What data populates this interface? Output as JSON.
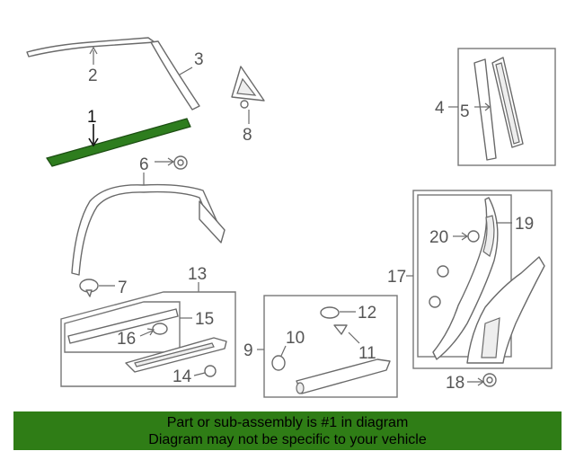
{
  "callouts": {
    "c1": "1",
    "c2": "2",
    "c3": "3",
    "c4": "4",
    "c5": "5",
    "c6": "6",
    "c7": "7",
    "c8": "8",
    "c9": "9",
    "c10": "10",
    "c11": "11",
    "c12": "12",
    "c13": "13",
    "c14": "14",
    "c15": "15",
    "c16": "16",
    "c17": "17",
    "c18": "18",
    "c19": "19",
    "c20": "20"
  },
  "highlighted_part": "1",
  "colors": {
    "highlight": "#2f7d16",
    "banner": "#2f7d16"
  },
  "banner": {
    "line1": "Part or sub-assembly is #1 in diagram",
    "line2": "Diagram may not be specific to your vehicle"
  }
}
